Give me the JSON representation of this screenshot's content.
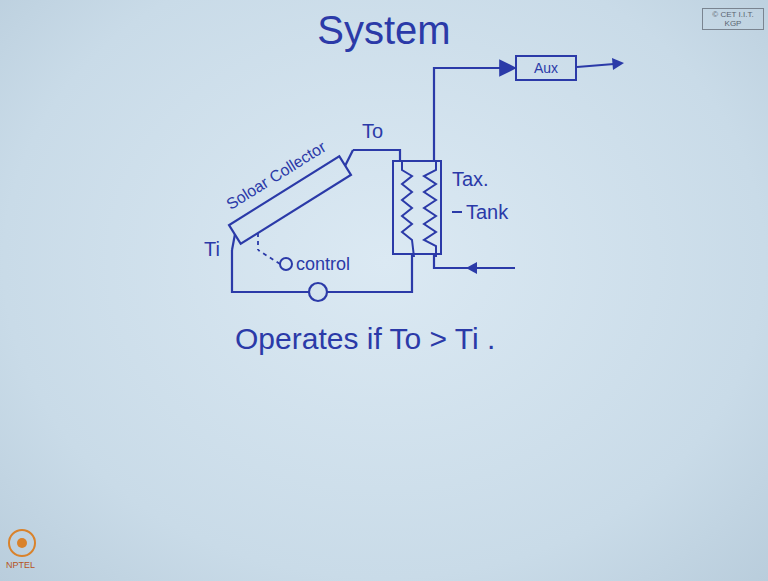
{
  "diagram": {
    "title": "System",
    "nodes": [
      {
        "text": [
          "Soloar Collector"
        ]
      },
      {
        "text": [
          "control"
        ]
      },
      {
        "text": [
          "Tank"
        ]
      },
      {
        "text": [
          "Aux"
        ]
      }
    ],
    "edges": [
      {
        "from": 0,
        "to": 2,
        "arrow": "none"
      },
      {
        "from": 2,
        "to": 0,
        "arrow": "none"
      },
      {
        "from": 2,
        "to": 3,
        "arrow": "to"
      },
      {
        "from": 1,
        "to": 0,
        "arrow": "none"
      }
    ],
    "labels": [
      "To",
      "Ti",
      "Tax.",
      "Operates if To > Ti .",
      "© CET I.I.T. KGP",
      "NPTEL"
    ]
  }
}
